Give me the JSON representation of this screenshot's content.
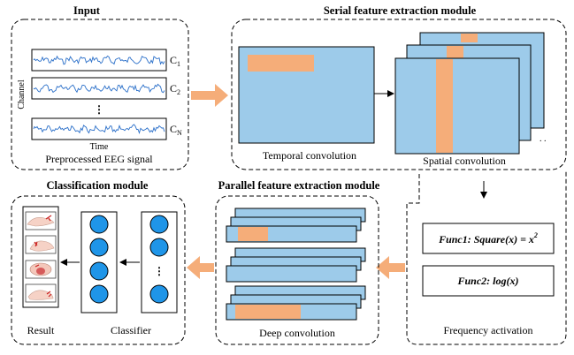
{
  "input": {
    "title": "Input",
    "channel_axis": "Channel",
    "time_axis": "Time",
    "channels": [
      "1",
      "2",
      "N"
    ],
    "channel_prefix": "C",
    "ellipsis": "⋮",
    "caption": "Preprocessed EEG signal"
  },
  "serial": {
    "title": "Serial feature extraction module",
    "temporal": "Temporal convolution",
    "spatial": "Spatial convolution"
  },
  "frequency": {
    "func1_prefix": "Func1: Square(x) = x",
    "func1_exp": "2",
    "func2": "Func2: log(x)",
    "caption": "Frequency activation"
  },
  "parallel": {
    "title": "Parallel feature extraction module",
    "caption": "Deep convolution"
  },
  "classification": {
    "title": "Classification module",
    "result": "Result",
    "classifier": "Classifier",
    "ellipsis": "⋮"
  },
  "colors": {
    "block_fill": "#9dcbea",
    "highlight": "#f5ad79",
    "arrow": "#f5ad79",
    "wave": "#2a6fc9"
  }
}
